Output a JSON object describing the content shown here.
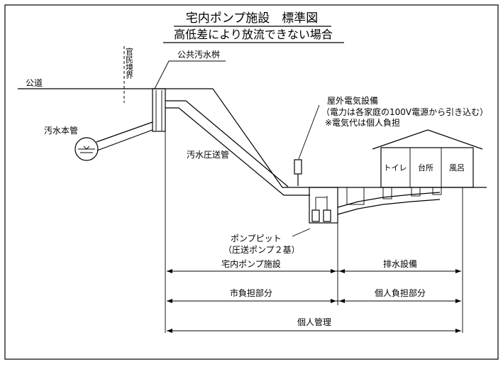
{
  "title": {
    "main": "宅内ポンプ施設　標準図",
    "sub": "高低差により放流できない場合"
  },
  "labels": {
    "boundary": "官民境界",
    "public_road": "公道",
    "public_manhole": "公共汚水桝",
    "main_sewer": "汚水本管",
    "pressure_pipe": "汚水圧送管",
    "electric_title": "屋外電気設備",
    "electric_note1": "（電力は各家庭の100V電源から引き込む）",
    "electric_note2": "※電気代は個人負担",
    "pump_pit": "ポンプピット",
    "pump_note": "（圧送ポンプ２基）",
    "room_toilet": "トイレ",
    "room_kitchen": "台所",
    "room_bath": "風呂"
  },
  "dimensions": {
    "row1_left": "宅内ポンプ施設",
    "row1_right": "排水設備",
    "row2_left": "市負担部分",
    "row2_right": "個人負担部分",
    "row3": "個人管理"
  }
}
